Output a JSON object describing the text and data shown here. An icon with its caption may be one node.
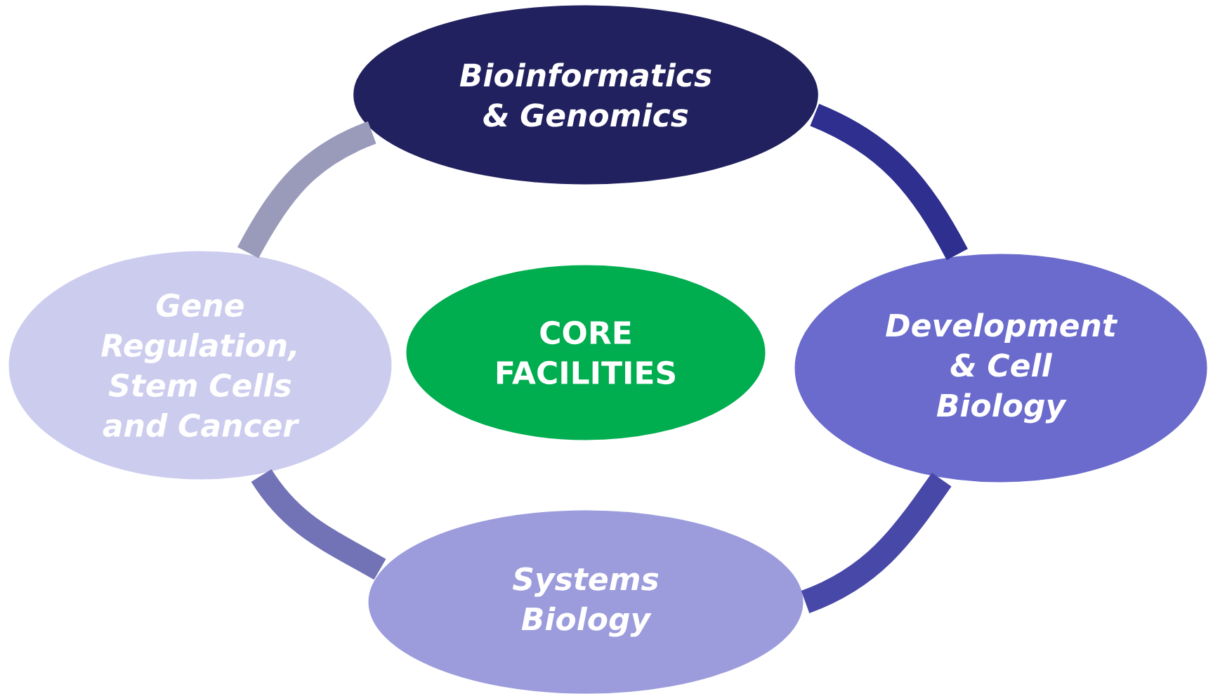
{
  "diagram": {
    "nodes": [
      {
        "text": [
          "Bioinformatics & Genomics"
        ]
      },
      {
        "text": [
          "Gene Regulation, Stem Cells and Cancer"
        ]
      },
      {
        "text": [
          "CORE FACILITIES"
        ]
      },
      {
        "text": [
          "Development & Cell Biology"
        ]
      },
      {
        "text": [
          "Systems Biology"
        ]
      }
    ],
    "edges": [
      {
        "from": 0,
        "to": 3,
        "arrow": "none",
        "color": "#2e2f8f"
      },
      {
        "from": 3,
        "to": 4,
        "arrow": "none",
        "color": "#4848a8"
      },
      {
        "from": 4,
        "to": 1,
        "arrow": "none",
        "color": "#7272b6"
      },
      {
        "from": 1,
        "to": 0,
        "arrow": "none",
        "color": "#9a9abb"
      }
    ]
  }
}
